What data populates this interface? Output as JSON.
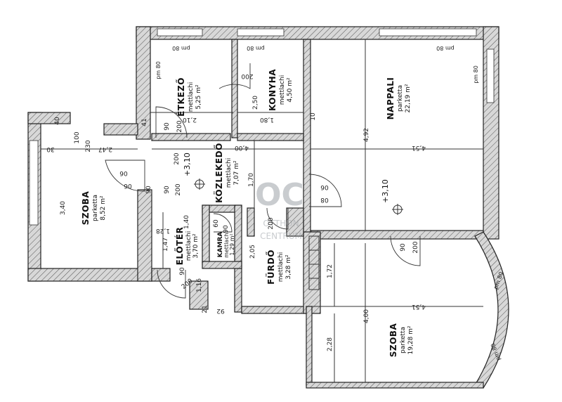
{
  "rooms": [
    {
      "id": "etkezo",
      "name": "ÉTKEZŐ",
      "floor": "mettlachi",
      "area": "5,25 m²"
    },
    {
      "id": "konyha",
      "name": "KONYHA",
      "floor": "mettlachi",
      "area": "4,50 m²"
    },
    {
      "id": "nappali",
      "name": "NAPPALI",
      "floor": "parketta",
      "area": "22,19 m²"
    },
    {
      "id": "szoba1",
      "name": "SZOBA",
      "floor": "parketta",
      "area": "8,52 m²"
    },
    {
      "id": "kozlekedo",
      "name": "KÖZLEKEDŐ",
      "floor": "mettlachi",
      "area": "7,07 m²"
    },
    {
      "id": "eloter",
      "name": "ELŐTÉR",
      "floor": "mettlachi",
      "area": "3,70 m²"
    },
    {
      "id": "kamra",
      "name": "KAMRA",
      "floor": "mettlachi",
      "area": "1,29 m²"
    },
    {
      "id": "furdo",
      "name": "FÜRDŐ",
      "floor": "mettlachi",
      "area": "3,28 m²"
    },
    {
      "id": "szoba2",
      "name": "SZOBA",
      "floor": "parketta",
      "area": "19,28 m²"
    }
  ],
  "levels": [
    "+3,10",
    "+3,10"
  ],
  "dimensions": [
    "2,10",
    "200",
    "90",
    "2,50",
    "200",
    "1,80",
    "4,00",
    "4,92",
    "4,51",
    "1,70",
    "3,40",
    "2,47",
    "1,28",
    "1,47",
    "1,40",
    "1,16",
    "1,72",
    "2,05",
    "4,00",
    "2,28",
    "4,51",
    "60",
    "90",
    "10",
    "41",
    "30",
    "100",
    "40",
    "230",
    "06",
    "08",
    "92",
    "21"
  ],
  "window_labels": [
    "pm 80",
    "pm 80",
    "pm 80",
    "pm 80",
    "pm 80",
    "pm 80",
    "pm 80"
  ],
  "door_labels": [
    "200",
    "90",
    "200",
    "06",
    "90",
    "200",
    "06",
    "200",
    "90",
    "90",
    "200"
  ],
  "watermark": {
    "logo": "OC",
    "line1": "OTTHON",
    "line2": "CENTRUM"
  }
}
